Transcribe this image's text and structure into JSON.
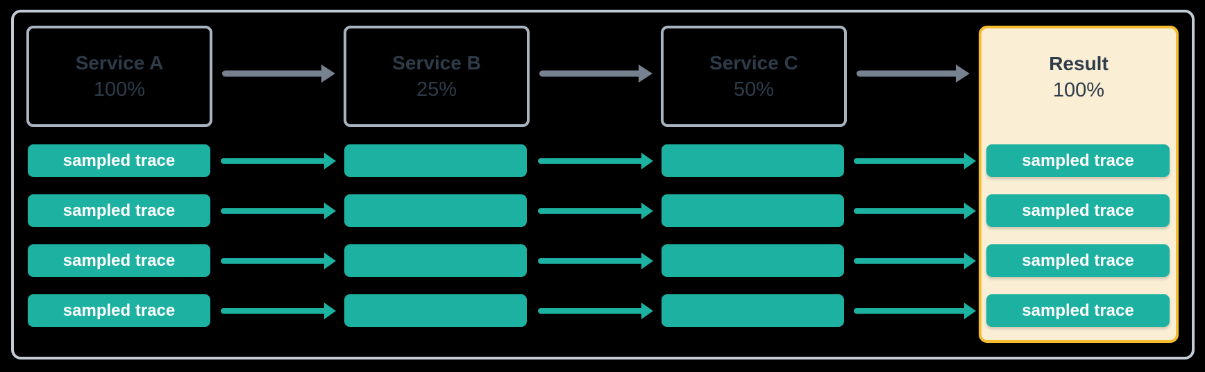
{
  "nodes": [
    {
      "label": "Service A",
      "value": "100%"
    },
    {
      "label": "Service B",
      "value": "25%"
    },
    {
      "label": "Service C",
      "value": "50%"
    },
    {
      "label": "Result",
      "value": "100%"
    }
  ],
  "trace_label": "sampled trace",
  "row_count": 4,
  "colors": {
    "background": "#000000",
    "frame_border": "#C3CBD5",
    "node_border": "#A9B4C1",
    "node_text": "#2E3B49",
    "teal": "#1DB1A2",
    "arrow_gray": "#76828F",
    "result_background": "#FAEFD5",
    "result_border": "#F3BD2F",
    "trace_text": "#FFFFFF"
  }
}
